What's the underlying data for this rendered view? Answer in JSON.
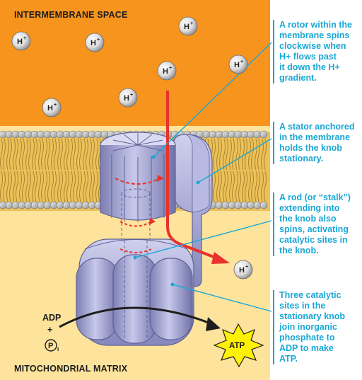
{
  "regions": {
    "top": "INTERMEMBRANE SPACE",
    "bottom": "MITOCHONDRIAL MATRIX"
  },
  "ions": {
    "label": "H",
    "superscript": "+"
  },
  "captions": [
    {
      "lines": [
        "A rotor within the",
        "membrane spins",
        "clockwise when",
        "H+ flows past",
        "it down the H+",
        "gradient."
      ]
    },
    {
      "lines": [
        "A stator anchored",
        "in the membrane",
        "holds the knob",
        "stationary."
      ]
    },
    {
      "lines": [
        "A rod (or “stalk”)",
        "extending into",
        "the knob also",
        "spins, activating",
        "catalytic sites in",
        "the knob."
      ]
    },
    {
      "lines": [
        "Three catalytic",
        "sites in the",
        "stationary knob",
        "join inorganic",
        "phosphate to",
        "ADP to make",
        "ATP."
      ]
    }
  ],
  "reaction": {
    "adp": "ADP",
    "plus": "+",
    "pi": "P",
    "pi_sub": "i",
    "atp": "ATP"
  },
  "colors": {
    "intermembrane": "#f7941d",
    "matrix": "#fde39b",
    "membrane_tail": "#ecc15a",
    "head": "#c2c4c6",
    "protein": "#a5a6d3",
    "protein_dark": "#7d7fb4",
    "arrow": "#e8322b",
    "caption": "#1aa7d6"
  }
}
